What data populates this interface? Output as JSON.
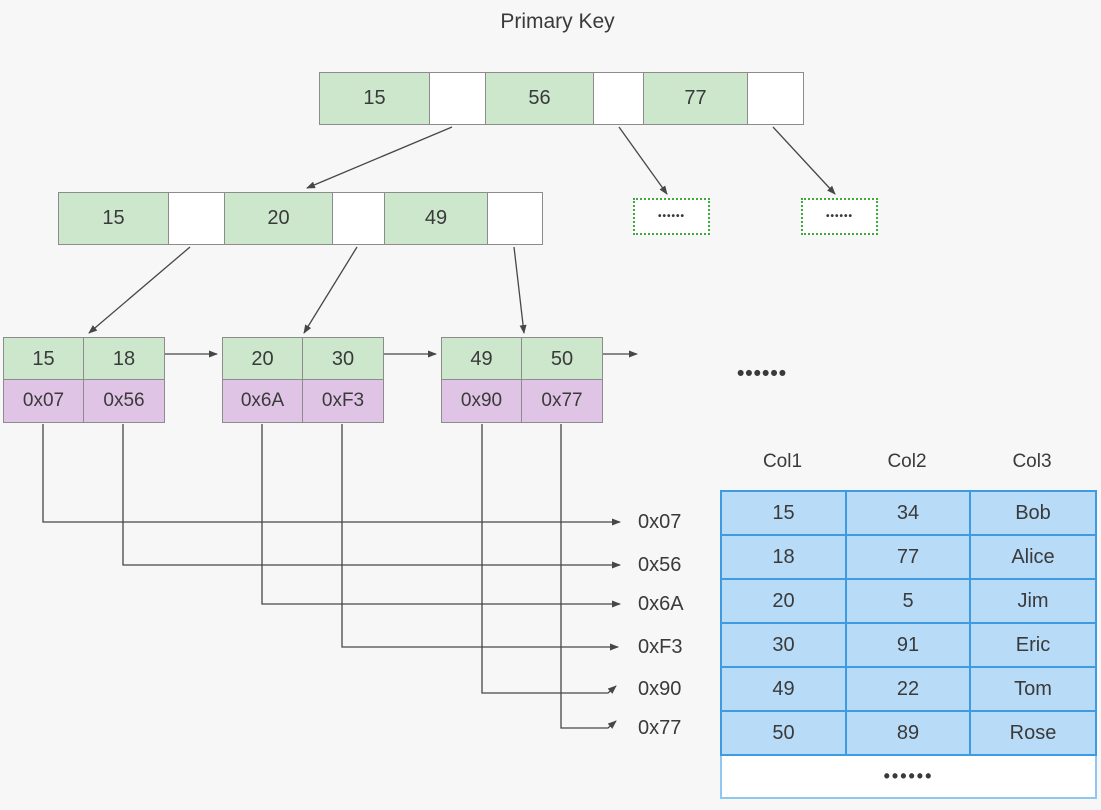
{
  "title": "Primary Key",
  "root_node": {
    "keys": [
      "15",
      "56",
      "77"
    ]
  },
  "internal_node": {
    "keys": [
      "15",
      "20",
      "49"
    ]
  },
  "leaf_nodes": [
    {
      "keys": [
        "15",
        "18"
      ],
      "pointers": [
        "0x07",
        "0x56"
      ]
    },
    {
      "keys": [
        "20",
        "30"
      ],
      "pointers": [
        "0x6A",
        "0xF3"
      ]
    },
    {
      "keys": [
        "49",
        "50"
      ],
      "pointers": [
        "0x90",
        "0x77"
      ]
    }
  ],
  "dotted_boxes": [
    "••••••",
    "••••••"
  ],
  "leaf_ellipsis": "••••••",
  "pointer_labels": [
    "0x07",
    "0x56",
    "0x6A",
    "0xF3",
    "0x90",
    "0x77"
  ],
  "table": {
    "headers": [
      "Col1",
      "Col2",
      "Col3"
    ],
    "rows": [
      [
        "15",
        "34",
        "Bob"
      ],
      [
        "18",
        "77",
        "Alice"
      ],
      [
        "20",
        "5",
        "Jim"
      ],
      [
        "30",
        "91",
        "Eric"
      ],
      [
        "49",
        "22",
        "Tom"
      ],
      [
        "50",
        "89",
        "Rose"
      ]
    ],
    "more_row": "••••••"
  },
  "colors": {
    "bg": "#f7f7f8",
    "text": "#3a3a3a",
    "line": "#474747",
    "cell_border": "#8c8c8c",
    "key_cell": "#cde7cd",
    "pointer_cell": "#e0c4e6",
    "table_cell": "#b8dcf8",
    "table_border": "#3e9be2",
    "table_more_border": "#8ec7ef",
    "dotted_border": "#3caa3c"
  }
}
